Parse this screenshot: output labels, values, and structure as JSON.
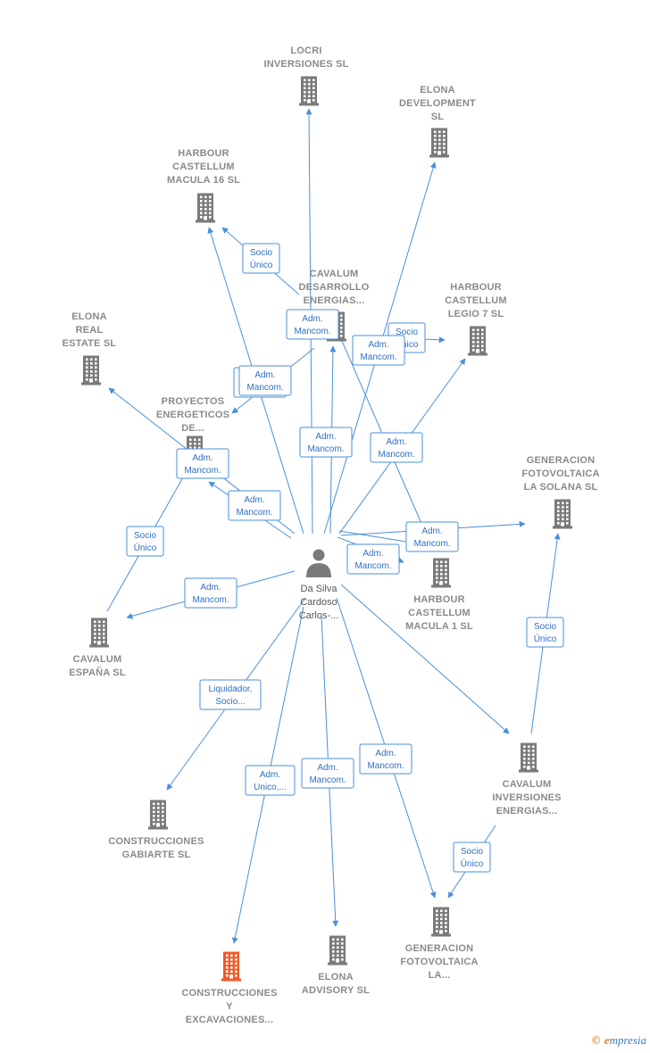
{
  "person": {
    "name_lines": [
      "Da Silva",
      "Cardoso",
      "Carlos-..."
    ],
    "icon": "person-icon"
  },
  "companies": [
    {
      "id": "locri",
      "lines": [
        "LOCRI",
        "INVERSIONES SL"
      ],
      "icon": "building-icon"
    },
    {
      "id": "elona_dev",
      "lines": [
        "ELONA",
        "DEVELOPMENT",
        "SL"
      ],
      "icon": "building-icon"
    },
    {
      "id": "harbour16",
      "lines": [
        "HARBOUR",
        "CASTELLUM",
        "MACULA 16  SL"
      ],
      "icon": "building-icon"
    },
    {
      "id": "cavalum_des",
      "lines": [
        "CAVALUM",
        "DESARROLLO",
        "ENERGIAS..."
      ],
      "icon": "building-icon"
    },
    {
      "id": "harbour7",
      "lines": [
        "HARBOUR",
        "CASTELLUM",
        "LEGIO 7  SL"
      ],
      "icon": "building-icon"
    },
    {
      "id": "elona_real",
      "lines": [
        "ELONA",
        "REAL",
        "ESTATE  SL"
      ],
      "icon": "building-icon"
    },
    {
      "id": "proyectos",
      "lines": [
        "PROYECTOS",
        "ENERGETICOS",
        "DE..."
      ],
      "icon": "building-icon"
    },
    {
      "id": "gen_solana",
      "lines": [
        "GENERACION",
        "FOTOVOLTAICA",
        "LA SOLANA  SL"
      ],
      "icon": "building-icon"
    },
    {
      "id": "harbour1",
      "lines": [
        "HARBOUR",
        "CASTELLUM",
        "MACULA 1  SL"
      ],
      "icon": "building-icon"
    },
    {
      "id": "cavalum_esp",
      "lines": [
        "CAVALUM",
        "ESPAÑA  SL"
      ],
      "icon": "building-icon"
    },
    {
      "id": "cavalum_inv",
      "lines": [
        "CAVALUM",
        "INVERSIONES",
        "ENERGIAS..."
      ],
      "icon": "building-icon"
    },
    {
      "id": "gabiarte",
      "lines": [
        "CONSTRUCCIONES",
        "GABIARTE  SL"
      ],
      "icon": "building-icon"
    },
    {
      "id": "excavaciones",
      "lines": [
        "CONSTRUCCIONES",
        "Y",
        "EXCAVACIONES..."
      ],
      "icon": "building-icon",
      "highlight": true
    },
    {
      "id": "elona_adv",
      "lines": [
        "ELONA",
        "ADVISORY  SL"
      ],
      "icon": "building-icon"
    },
    {
      "id": "gen_la",
      "lines": [
        "GENERACION",
        "FOTOVOLTAICA",
        "LA..."
      ],
      "icon": "building-icon"
    }
  ],
  "relations": [
    {
      "lines": [
        "Socio",
        "Único"
      ]
    },
    {
      "lines": [
        "Adm.",
        "Mancom."
      ]
    },
    {
      "lines": [
        "Socio",
        "Único"
      ]
    },
    {
      "lines": [
        "Adm.",
        "Mancom."
      ]
    },
    {
      "lines": [
        "Adm.",
        "Mancom."
      ]
    },
    {
      "lines": [
        "Adm.",
        "Mancom."
      ]
    },
    {
      "lines": [
        "Adm.",
        "Mancom."
      ]
    },
    {
      "lines": [
        "Adm.",
        "Mancom."
      ]
    },
    {
      "lines": [
        "Adm.",
        "Mancom."
      ]
    },
    {
      "lines": [
        "Adm.",
        "Mancom."
      ]
    },
    {
      "lines": [
        "Socio",
        "Único"
      ]
    },
    {
      "lines": [
        "Adm.",
        "Mancom."
      ]
    },
    {
      "lines": [
        "Adm.",
        "Mancom."
      ]
    },
    {
      "lines": [
        "Adm.",
        "Mancom."
      ]
    },
    {
      "lines": [
        "Socio",
        "Único"
      ]
    },
    {
      "lines": [
        "Liquidador,",
        "Socio..."
      ]
    },
    {
      "lines": [
        "Adm.",
        "Unico,..."
      ]
    },
    {
      "lines": [
        "Adm.",
        "Mancom."
      ]
    },
    {
      "lines": [
        "Adm.",
        "Mancom."
      ]
    },
    {
      "lines": [
        "Socio",
        "Único"
      ]
    }
  ],
  "colors": {
    "edge": "#4a8fdb",
    "building": "#7a7a7a",
    "highlight": "#f05a28",
    "label": "#8a8a8a"
  },
  "brand": {
    "copyright": "©",
    "initial": "e",
    "name": "mpresia"
  }
}
